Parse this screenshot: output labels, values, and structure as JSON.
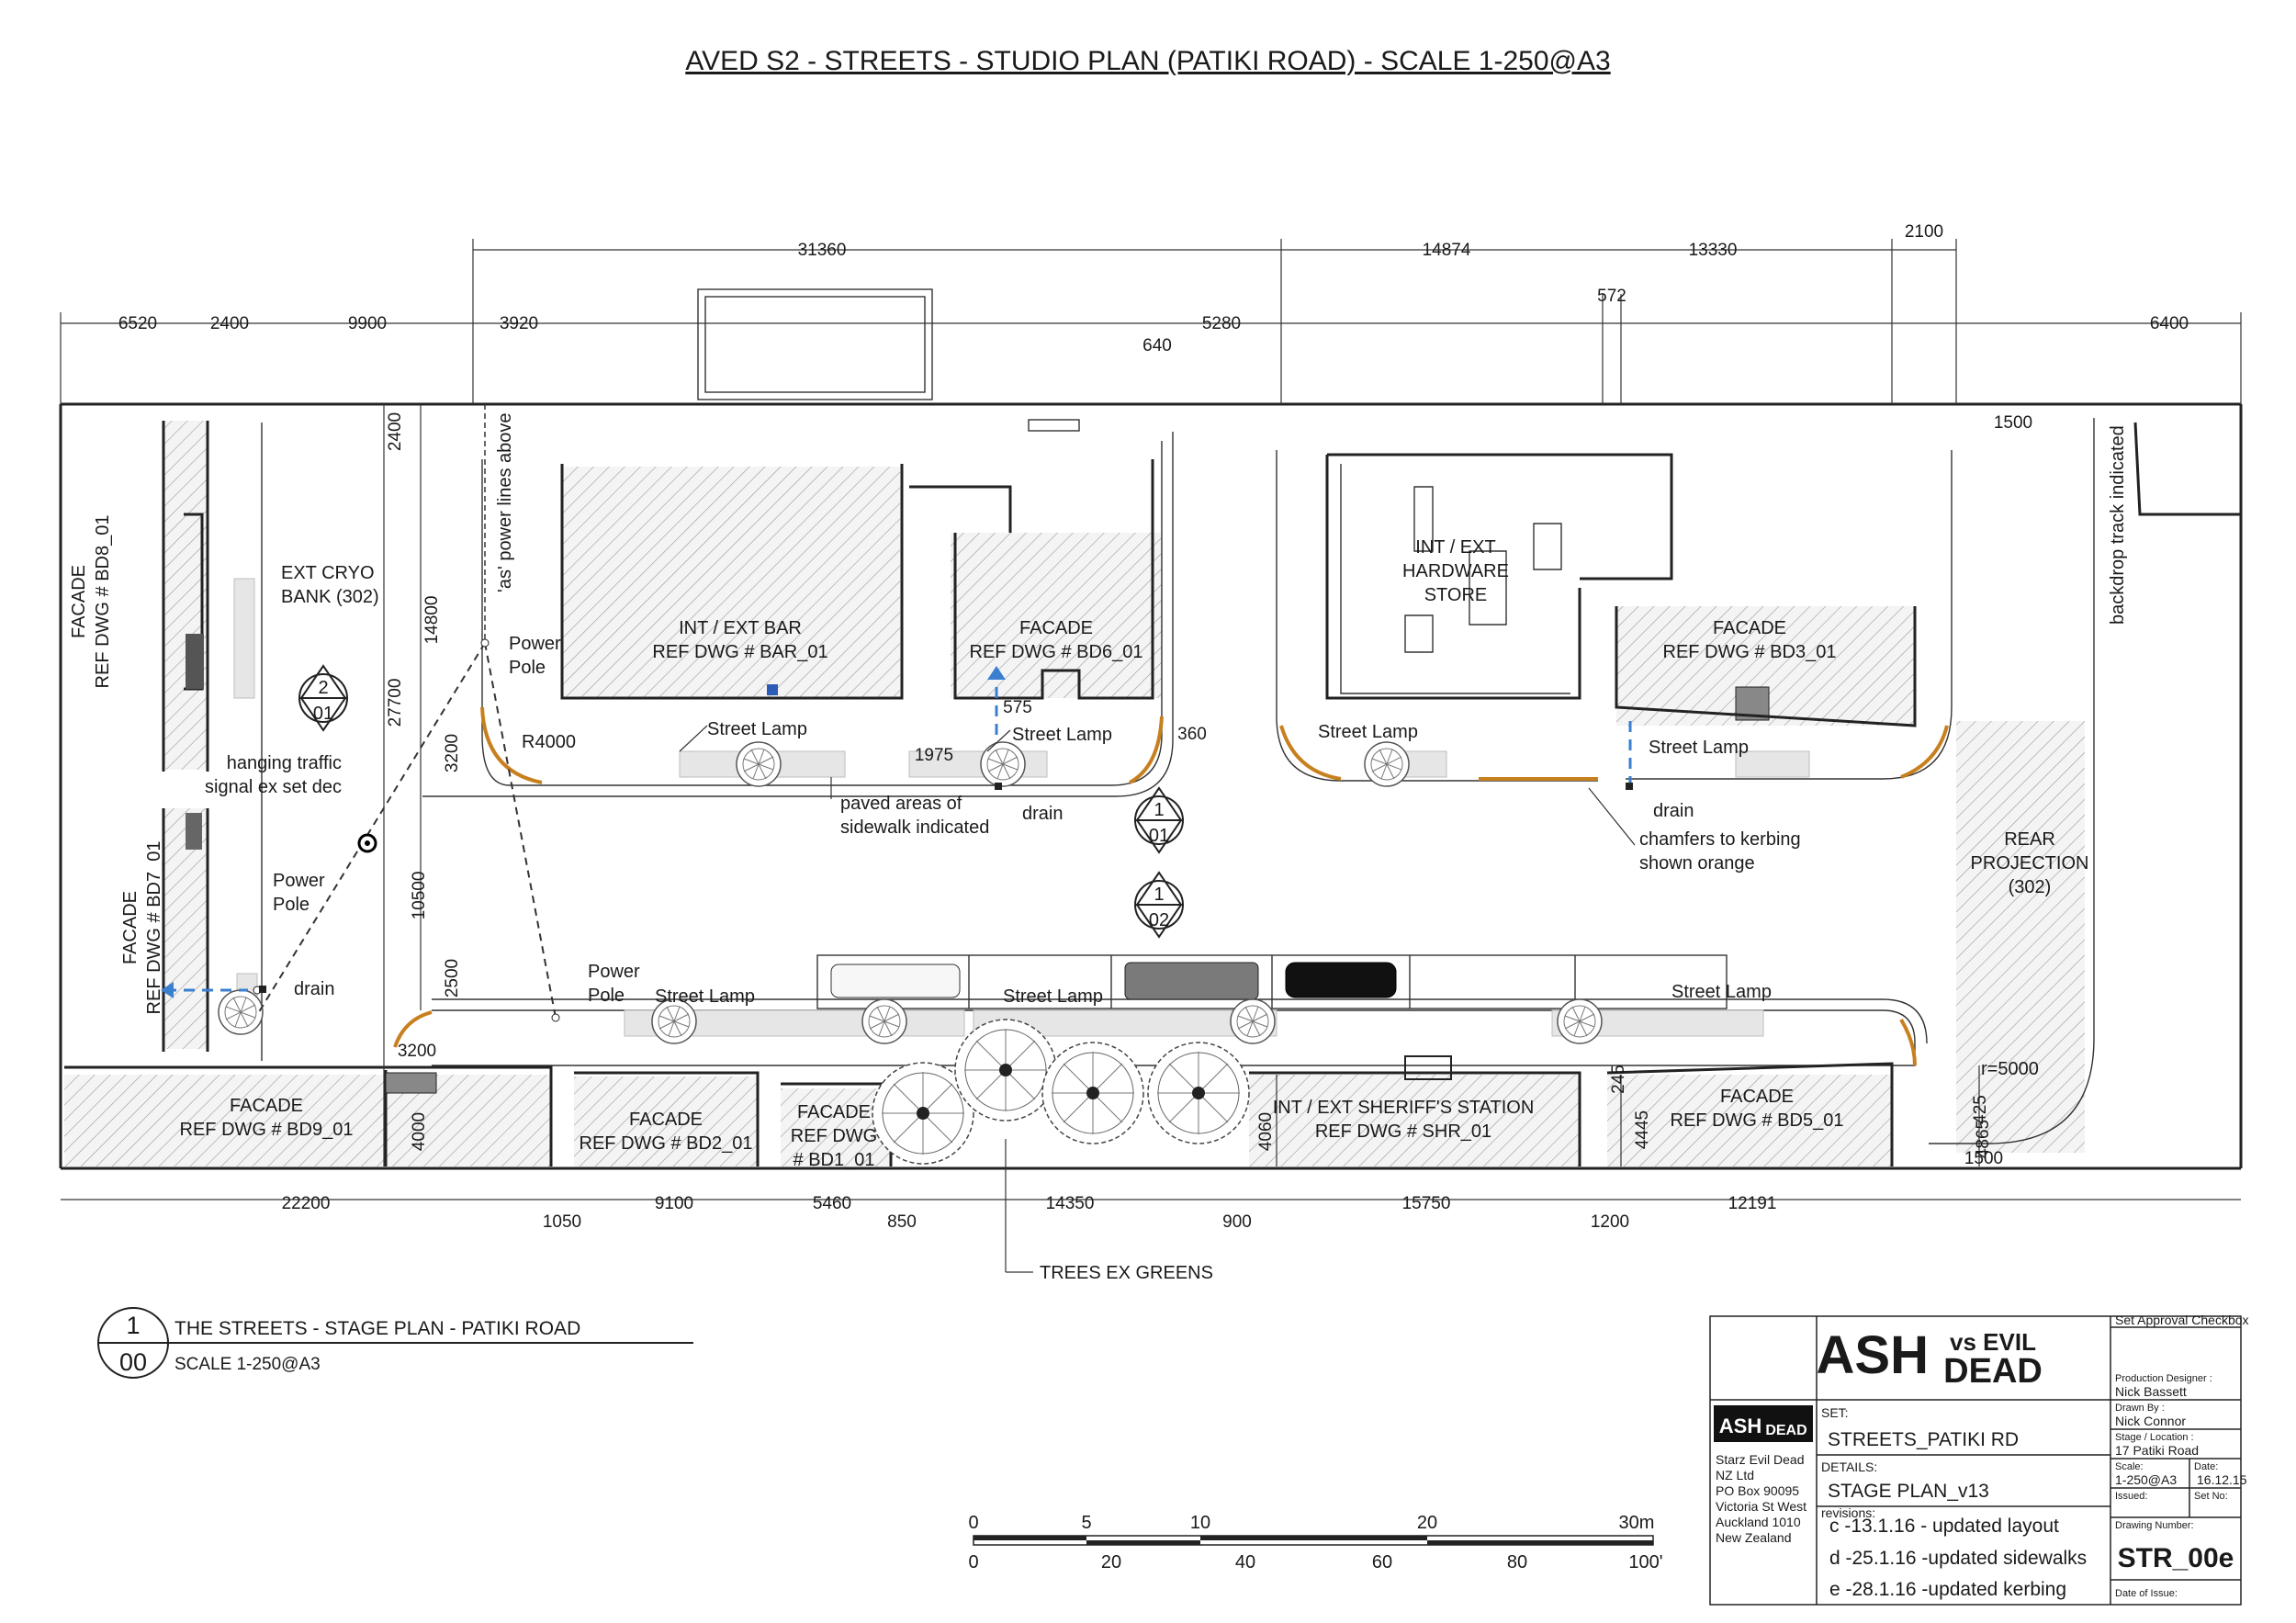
{
  "title": "AVED S2 - STREETS - STUDIO PLAN (PATIKI ROAD) - SCALE 1-250@A3",
  "labels": {
    "ext_cryo_bank": [
      "EXT CRYO",
      "BANK (302)"
    ],
    "int_ext_bar": [
      "INT / EXT BAR",
      "REF DWG # BAR_01"
    ],
    "facade_bd6": [
      "FACADE",
      "REF DWG # BD6_01"
    ],
    "hardware_store": [
      "INT / EXT",
      "HARDWARE",
      "STORE"
    ],
    "facade_bd3": [
      "FACADE",
      "REF DWG # BD3_01"
    ],
    "backdrop_track": "backdrop track indicated",
    "rear_projection": [
      "REAR",
      "PROJECTION",
      "(302)"
    ],
    "facade_bd8": [
      "FACADE",
      "REF DWG # BD8_01"
    ],
    "facade_bd7": [
      "FACADE",
      "REF DWG # BD7_01"
    ],
    "facade_bd9": [
      "FACADE",
      "REF DWG # BD9_01"
    ],
    "facade_bd2": [
      "FACADE",
      "REF DWG # BD2_01"
    ],
    "facade_bd1": [
      "FACADE",
      "REF DWG",
      "# BD1_01"
    ],
    "sheriffs_station": [
      "INT / EXT SHERIFF'S STATION",
      "REF DWG # SHR_01"
    ],
    "facade_bd5": [
      "FACADE",
      "REF DWG # BD5_01"
    ],
    "power_lines": "'as' power lines above",
    "power_pole": [
      "Power",
      "Pole"
    ],
    "street_lamp": "Street Lamp",
    "hanging_traffic": [
      "hanging traffic",
      "signal ex set dec"
    ],
    "paved_areas": [
      "paved areas of",
      "sidewalk indicated"
    ],
    "drain": "drain",
    "chamfers": [
      "chamfers to kerbing",
      "shown orange"
    ],
    "trees": "TREES EX GREENS",
    "radius_r4000": "R4000",
    "radius_r5000": "r=5000"
  },
  "section_markers": [
    {
      "top": "2",
      "bottom": "01"
    },
    {
      "top": "1",
      "bottom": "01"
    },
    {
      "top": "1",
      "bottom": "02"
    }
  ],
  "dimensions": {
    "top_row": [
      "6520",
      "2400",
      "9900",
      "3920",
      "5280",
      "6400"
    ],
    "top_span": [
      "31360",
      "14874",
      "13330",
      "2100"
    ],
    "small": [
      "572",
      "640",
      "1500",
      "575",
      "1975",
      "360",
      "425",
      "4865",
      "1500",
      "245"
    ],
    "left_vertical": [
      "2400",
      "14800",
      "27700",
      "3200",
      "10500",
      "2500",
      "3200",
      "4000"
    ],
    "right_vertical": [
      "4060",
      "4445"
    ],
    "bottom_row": [
      "22200",
      "1050",
      "9100",
      "5460",
      "850",
      "14350",
      "900",
      "15750",
      "1200",
      "12191"
    ]
  },
  "caption": {
    "number_top": "1",
    "number_bottom": "00",
    "title": "THE STREETS - STAGE PLAN - PATIKI ROAD",
    "scale": "SCALE 1-250@A3"
  },
  "scale_bar": {
    "metric": [
      "0",
      "5",
      "10",
      "20",
      "30m"
    ],
    "imperial": [
      "0",
      "20",
      "40",
      "60",
      "80",
      "100'"
    ]
  },
  "title_block": {
    "logo_main": [
      "ASH",
      "vs EVIL",
      "DEAD"
    ],
    "company": [
      "Starz Evil Dead",
      "NZ Ltd",
      "PO Box 90095",
      "Victoria St West",
      "Auckland 1010",
      "New Zealand"
    ],
    "set_label": "SET:",
    "set_value": "STREETS_PATIKI RD",
    "details_label": "DETAILS:",
    "details_value": "STAGE PLAN_v13",
    "revisions_label": "revisions:",
    "revisions": [
      "c -13.1.16 - updated layout",
      "d -25.1.16 -updated sidewalks",
      "e -28.1.16 -updated kerbing"
    ],
    "set_approval_label": "Set Approval Checkbox",
    "production_designer_label": "Production Designer :",
    "production_designer": "Nick Bassett",
    "drawn_by_label": "Drawn By :",
    "drawn_by": "Nick Connor",
    "stage_location_label": "Stage / Location :",
    "stage_location": "17 Patiki Road",
    "scale_label": "Scale:",
    "scale_value": "1-250@A3",
    "date_label": "Date:",
    "date_value": "16.12.15",
    "issued_label": "Issued:",
    "set_no_label": "Set No:",
    "drawing_number_label": "Drawing Number:",
    "drawing_number": "STR_00e",
    "date_of_issue_label": "Date of Issue:"
  },
  "colors": {
    "kerb_chamfer": "#c8801e",
    "drain_line": "#3b7fd1",
    "line": "#222222"
  }
}
